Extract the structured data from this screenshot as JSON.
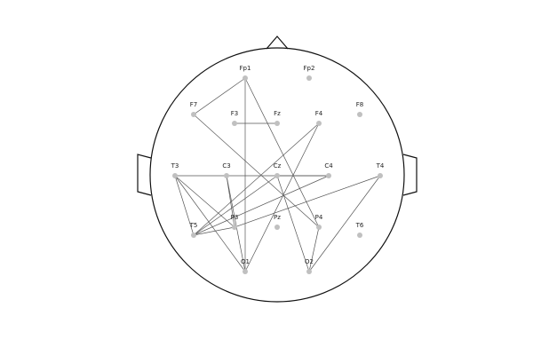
{
  "diagram": {
    "colors": {
      "outline": "#111111",
      "electrode": "#c0c0c0",
      "connection": "#555555",
      "label": "#222222"
    },
    "electrodes": [
      {
        "id": "Fp1",
        "label": "Fp1"
      },
      {
        "id": "Fp2",
        "label": "Fp2"
      },
      {
        "id": "F7",
        "label": "F7"
      },
      {
        "id": "F3",
        "label": "F3"
      },
      {
        "id": "Fz",
        "label": "Fz"
      },
      {
        "id": "F4",
        "label": "F4"
      },
      {
        "id": "F8",
        "label": "F8"
      },
      {
        "id": "T3",
        "label": "T3"
      },
      {
        "id": "C3",
        "label": "C3"
      },
      {
        "id": "Cz",
        "label": "Cz"
      },
      {
        "id": "C4",
        "label": "C4"
      },
      {
        "id": "T4",
        "label": "T4"
      },
      {
        "id": "T5",
        "label": "T5"
      },
      {
        "id": "P3",
        "label": "P3"
      },
      {
        "id": "Pz",
        "label": "Pz"
      },
      {
        "id": "P4",
        "label": "P4"
      },
      {
        "id": "T6",
        "label": "T6"
      },
      {
        "id": "O1",
        "label": "O1"
      },
      {
        "id": "O2",
        "label": "O2"
      }
    ],
    "connections": [
      [
        "Fp1",
        "F7"
      ],
      [
        "Fp1",
        "O1"
      ],
      [
        "Fp1",
        "P4"
      ],
      [
        "F7",
        "P4"
      ],
      [
        "F3",
        "Fz"
      ],
      [
        "F4",
        "T5"
      ],
      [
        "F4",
        "O1"
      ],
      [
        "T3",
        "T5"
      ],
      [
        "T3",
        "O1"
      ],
      [
        "T3",
        "P3"
      ],
      [
        "T3",
        "C4"
      ],
      [
        "C3",
        "O1"
      ],
      [
        "C3",
        "P3"
      ],
      [
        "Cz",
        "C4"
      ],
      [
        "Cz",
        "T5"
      ],
      [
        "Cz",
        "O2"
      ],
      [
        "C4",
        "T5"
      ],
      [
        "T4",
        "P3"
      ],
      [
        "T4",
        "O2"
      ],
      [
        "T5",
        "P3"
      ],
      [
        "P4",
        "O2"
      ]
    ]
  }
}
